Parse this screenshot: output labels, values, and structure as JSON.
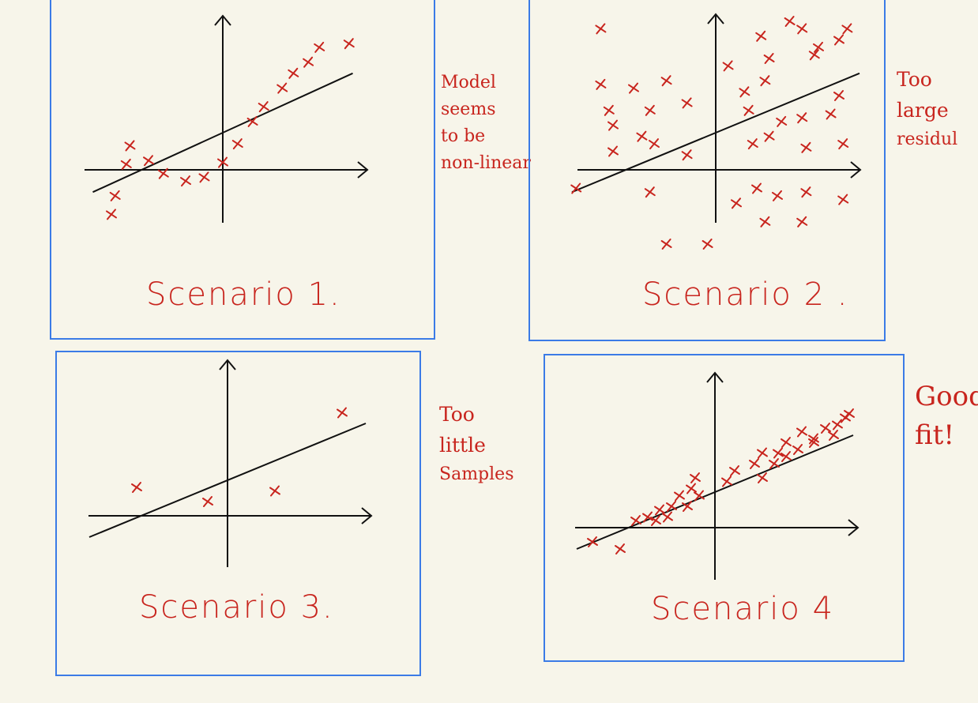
{
  "colors": {
    "frame": "#3b7be6",
    "marks": "#c8251e",
    "ink": "#111111",
    "paper": "#f7f5ea"
  },
  "scenarios": [
    {
      "caption": "Scenario 1.",
      "note_lines": [
        "Model",
        "seems",
        "to be",
        "non-linear"
      ],
      "fit_line": [
        [
          -3.5,
          -0.6
        ],
        [
          3.5,
          2.6
        ]
      ],
      "points": [
        [
          -3.0,
          -1.2
        ],
        [
          -2.9,
          -0.7
        ],
        [
          -2.6,
          0.15
        ],
        [
          -2.5,
          0.65
        ],
        [
          -2.0,
          0.25
        ],
        [
          -1.6,
          -0.1
        ],
        [
          -1.0,
          -0.3
        ],
        [
          -0.5,
          -0.2
        ],
        [
          0.0,
          0.2
        ],
        [
          0.4,
          0.7
        ],
        [
          0.8,
          1.3
        ],
        [
          1.1,
          1.7
        ],
        [
          1.6,
          2.2
        ],
        [
          1.9,
          2.6
        ],
        [
          2.3,
          2.9
        ],
        [
          2.6,
          3.3
        ],
        [
          3.4,
          3.4
        ]
      ]
    },
    {
      "caption": "Scenario 2 .",
      "note_lines": [
        "Too",
        "large",
        "residul"
      ],
      "fit_line": [
        [
          -3.5,
          -0.6
        ],
        [
          3.5,
          2.6
        ]
      ],
      "points": [
        [
          -3.4,
          -0.5
        ],
        [
          -2.8,
          3.8
        ],
        [
          -2.8,
          2.3
        ],
        [
          -2.6,
          1.6
        ],
        [
          -2.5,
          0.5
        ],
        [
          -2.5,
          1.2
        ],
        [
          -2.0,
          2.2
        ],
        [
          -1.8,
          0.9
        ],
        [
          -1.6,
          1.6
        ],
        [
          -1.6,
          -0.6
        ],
        [
          -1.5,
          0.7
        ],
        [
          -1.2,
          2.4
        ],
        [
          -1.2,
          -2.0
        ],
        [
          -0.7,
          0.4
        ],
        [
          -0.7,
          1.8
        ],
        [
          -0.2,
          -2.0
        ],
        [
          0.3,
          2.8
        ],
        [
          0.5,
          -0.9
        ],
        [
          0.7,
          2.1
        ],
        [
          0.8,
          1.6
        ],
        [
          0.9,
          0.7
        ],
        [
          1.0,
          -0.5
        ],
        [
          1.1,
          3.6
        ],
        [
          1.2,
          2.4
        ],
        [
          1.2,
          -1.4
        ],
        [
          1.3,
          0.9
        ],
        [
          1.3,
          3.0
        ],
        [
          1.5,
          -0.7
        ],
        [
          1.6,
          1.3
        ],
        [
          1.8,
          4.0
        ],
        [
          2.1,
          3.8
        ],
        [
          2.1,
          1.4
        ],
        [
          2.1,
          -1.4
        ],
        [
          2.2,
          0.6
        ],
        [
          2.2,
          -0.6
        ],
        [
          2.4,
          3.1
        ],
        [
          2.5,
          3.3
        ],
        [
          2.8,
          1.5
        ],
        [
          3.0,
          3.5
        ],
        [
          3.0,
          2.0
        ],
        [
          3.1,
          0.7
        ],
        [
          3.2,
          3.8
        ],
        [
          3.1,
          -0.8
        ]
      ]
    },
    {
      "caption": "Scenario 3.",
      "note_lines": [
        "Too",
        "little",
        "Samples"
      ],
      "fit_line": [
        [
          -3.5,
          -0.6
        ],
        [
          3.5,
          2.6
        ]
      ],
      "points": [
        [
          -2.3,
          0.8
        ],
        [
          -0.5,
          0.4
        ],
        [
          1.2,
          0.7
        ],
        [
          2.9,
          2.9
        ]
      ]
    },
    {
      "caption": "Scenario 4",
      "note_lines": [
        "Good",
        "fit!"
      ],
      "fit_line": [
        [
          -3.5,
          -0.6
        ],
        [
          3.5,
          2.6
        ]
      ],
      "points": [
        [
          -3.1,
          -0.4
        ],
        [
          -2.4,
          -0.6
        ],
        [
          -2.0,
          0.2
        ],
        [
          -1.7,
          0.3
        ],
        [
          -1.5,
          0.2
        ],
        [
          -1.4,
          0.5
        ],
        [
          -1.2,
          0.3
        ],
        [
          -1.1,
          0.6
        ],
        [
          -0.9,
          0.9
        ],
        [
          -0.7,
          0.6
        ],
        [
          -0.6,
          1.1
        ],
        [
          -0.5,
          1.4
        ],
        [
          -0.4,
          0.9
        ],
        [
          0.3,
          1.3
        ],
        [
          0.5,
          1.6
        ],
        [
          1.0,
          1.8
        ],
        [
          1.2,
          1.4
        ],
        [
          1.2,
          2.1
        ],
        [
          1.5,
          1.8
        ],
        [
          1.6,
          2.1
        ],
        [
          1.8,
          2.0
        ],
        [
          1.8,
          2.4
        ],
        [
          2.1,
          2.2
        ],
        [
          2.2,
          2.7
        ],
        [
          2.5,
          2.4
        ],
        [
          2.5,
          2.5
        ],
        [
          2.8,
          2.8
        ],
        [
          3.0,
          2.6
        ],
        [
          3.1,
          2.9
        ],
        [
          3.3,
          3.1
        ],
        [
          3.4,
          3.2
        ]
      ]
    }
  ]
}
